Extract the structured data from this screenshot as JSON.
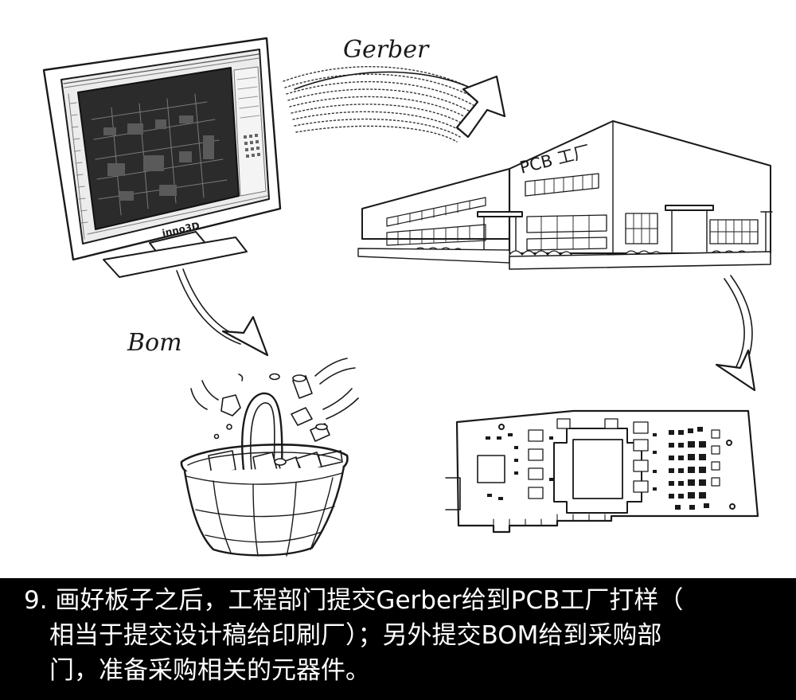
{
  "colors": {
    "caption_background": "#000000",
    "caption_text": "#ffffff",
    "illustration_background": "#ffffff",
    "ink": "#1a1a1a",
    "screen": "#2b2b2b"
  },
  "labels": {
    "gerber": "Gerber",
    "bom": "Bom",
    "factory_sign": "PCB 工厂",
    "monitor_brand": "inno3D"
  },
  "caption": {
    "line1": "9. 画好板子之后，工程部门提交Gerber给到PCB工厂打样（",
    "line2": "相当于提交设计稿给印刷厂）；另外提交BOM给到采购部",
    "line3": "门，准备采购相关的元器件。"
  },
  "icons": {
    "monitor": "monitor-icon",
    "factory": "factory-building-icon",
    "basket": "shopping-basket-icon",
    "pcb": "pcb-board-icon"
  }
}
